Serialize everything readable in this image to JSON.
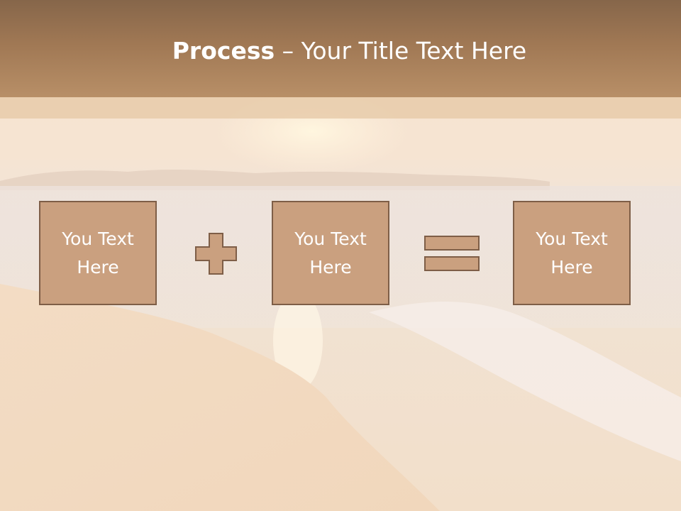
{
  "slide": {
    "title_bold": "Process",
    "title_rest": " – Your Title Text Here",
    "boxes": [
      {
        "text": "You Text\nHere"
      },
      {
        "text": "You Text\nHere"
      },
      {
        "text": "You Text\nHere"
      }
    ],
    "operators": [
      "plus-icon",
      "equals-icon"
    ],
    "colors": {
      "header": "#a07854",
      "box_fill": "#caa07f",
      "box_border": "#7e5e47",
      "text": "#ffffff"
    }
  }
}
